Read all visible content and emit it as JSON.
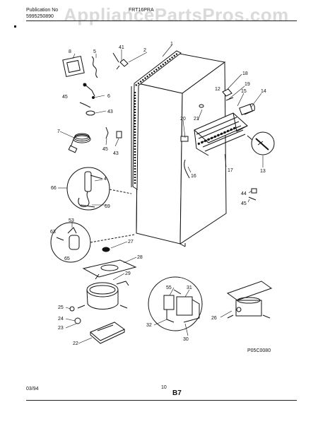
{
  "header": {
    "publication_label": "Publication No",
    "publication_no": "5995250890",
    "model": "FRT16PRA",
    "watermark": "AppliancePartsPros.com"
  },
  "diagram": {
    "part_labels": [
      "1",
      "2",
      "5",
      "6",
      "8",
      "12",
      "13",
      "14",
      "15",
      "16",
      "17",
      "18",
      "19",
      "20",
      "21",
      "22",
      "23",
      "24",
      "25",
      "26",
      "27",
      "28",
      "29",
      "30",
      "31",
      "32",
      "41",
      "43",
      "44",
      "45",
      "53",
      "55",
      "63",
      "65",
      "66",
      "69"
    ],
    "figure_code": "P05C0080"
  },
  "footer": {
    "date": "03/94",
    "page_number": "10",
    "section": "B7"
  }
}
